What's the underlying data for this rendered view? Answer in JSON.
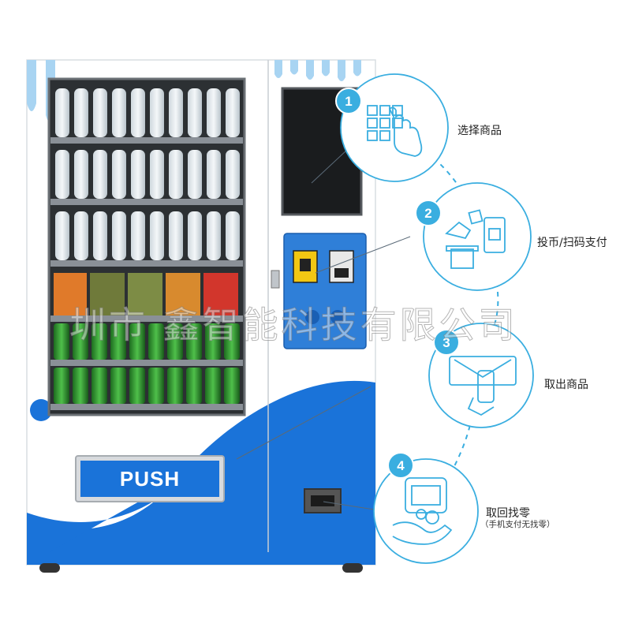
{
  "machine": {
    "push_label": "PUSH",
    "watermark": "圳市 鑫智能科技有限公司"
  },
  "steps": [
    {
      "number": "1",
      "label": "选择商品",
      "icon": "touch-keypad-icon"
    },
    {
      "number": "2",
      "label": "投币/扫码支付",
      "icon": "payment-icon"
    },
    {
      "number": "3",
      "label": "取出商品",
      "icon": "pickup-icon"
    },
    {
      "number": "4",
      "label": "取回找零",
      "sublabel": "（手机支付无找零）",
      "icon": "change-icon"
    }
  ],
  "colors": {
    "brand_blue": "#1a73d9",
    "accent_cyan": "#3aaee0",
    "light_blue": "#a8d4f2"
  }
}
